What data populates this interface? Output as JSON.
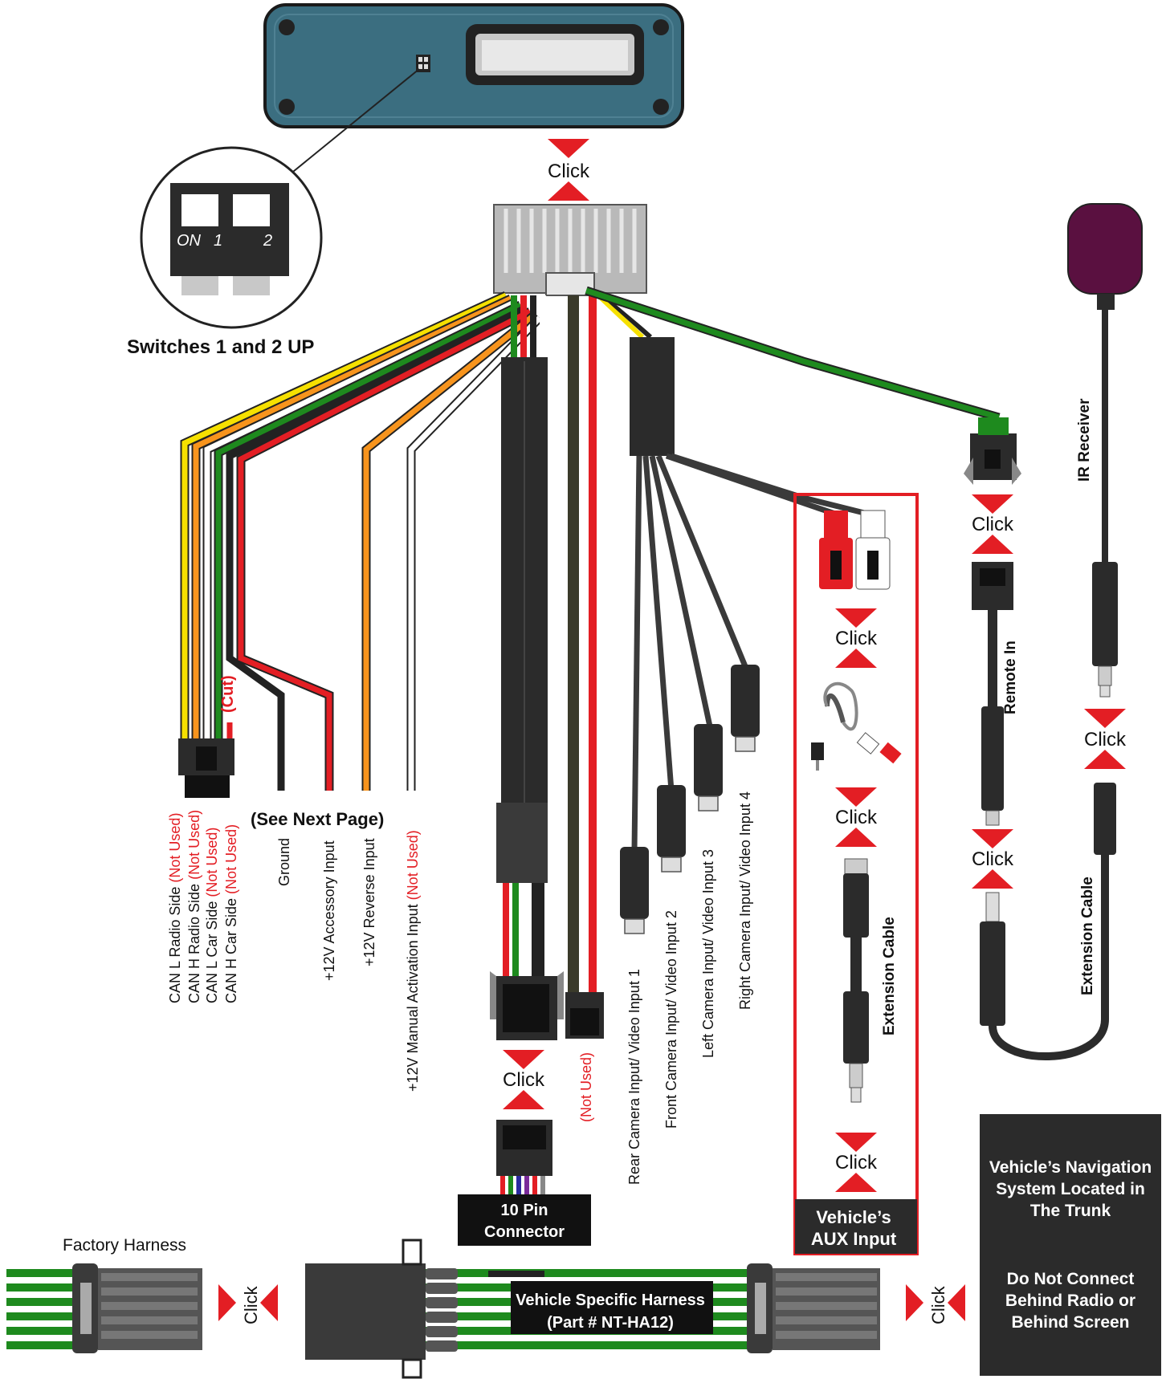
{
  "dip_switch": {
    "on_label": "ON",
    "num1": "1",
    "num2": "2",
    "caption": "Switches 1 and 2 UP"
  },
  "click_label": "Click",
  "cut_label": "(Cut)",
  "see_next_page": "(See Next Page)",
  "not_used": "(Not Used)",
  "wire_labels": {
    "can_l_radio": "CAN L Radio Side",
    "can_h_radio": "CAN H Radio Side",
    "can_l_car": "CAN L Car Side",
    "can_h_car": "CAN H Car Side",
    "ground": "Ground",
    "acc": "+12V Accessory Input",
    "reverse": "+12V Reverse Input",
    "manual": "+12V Manual Activation Input",
    "cam_rear": "Rear Camera Input/ Video Input 1",
    "cam_front": "Front Camera Input/ Video Input 2",
    "cam_left": "Left Camera Input/ Video Input 3",
    "cam_right": "Right Camera Input/ Video Input 4"
  },
  "ten_pin": {
    "line1": "10 Pin",
    "line2": "Connector"
  },
  "aux": {
    "line1": "Vehicle’s",
    "line2": "AUX Input",
    "ext": "Extension Cable"
  },
  "remote_in": "Remote In",
  "ir_receiver": "IR Receiver",
  "ext_cable_right": "Extension Cable",
  "factory_harness": "Factory Harness",
  "harness": {
    "line1": "Vehicle Specific Harness",
    "line2": "(Part # NT-HA12)"
  },
  "notice": {
    "l1": "Vehicle’s Navigation",
    "l2": "System Located in",
    "l3": "The Trunk",
    "l4": "Do Not Connect",
    "l5": "Behind Radio or",
    "l6": "Behind Screen"
  },
  "colors": {
    "module": "#3b6e80",
    "red": "#e31e24",
    "yellow": "#f6e000",
    "orange": "#f7941d",
    "green": "#1e8a1e",
    "dark": "#3a3a3a",
    "ir": "#5a1040"
  }
}
